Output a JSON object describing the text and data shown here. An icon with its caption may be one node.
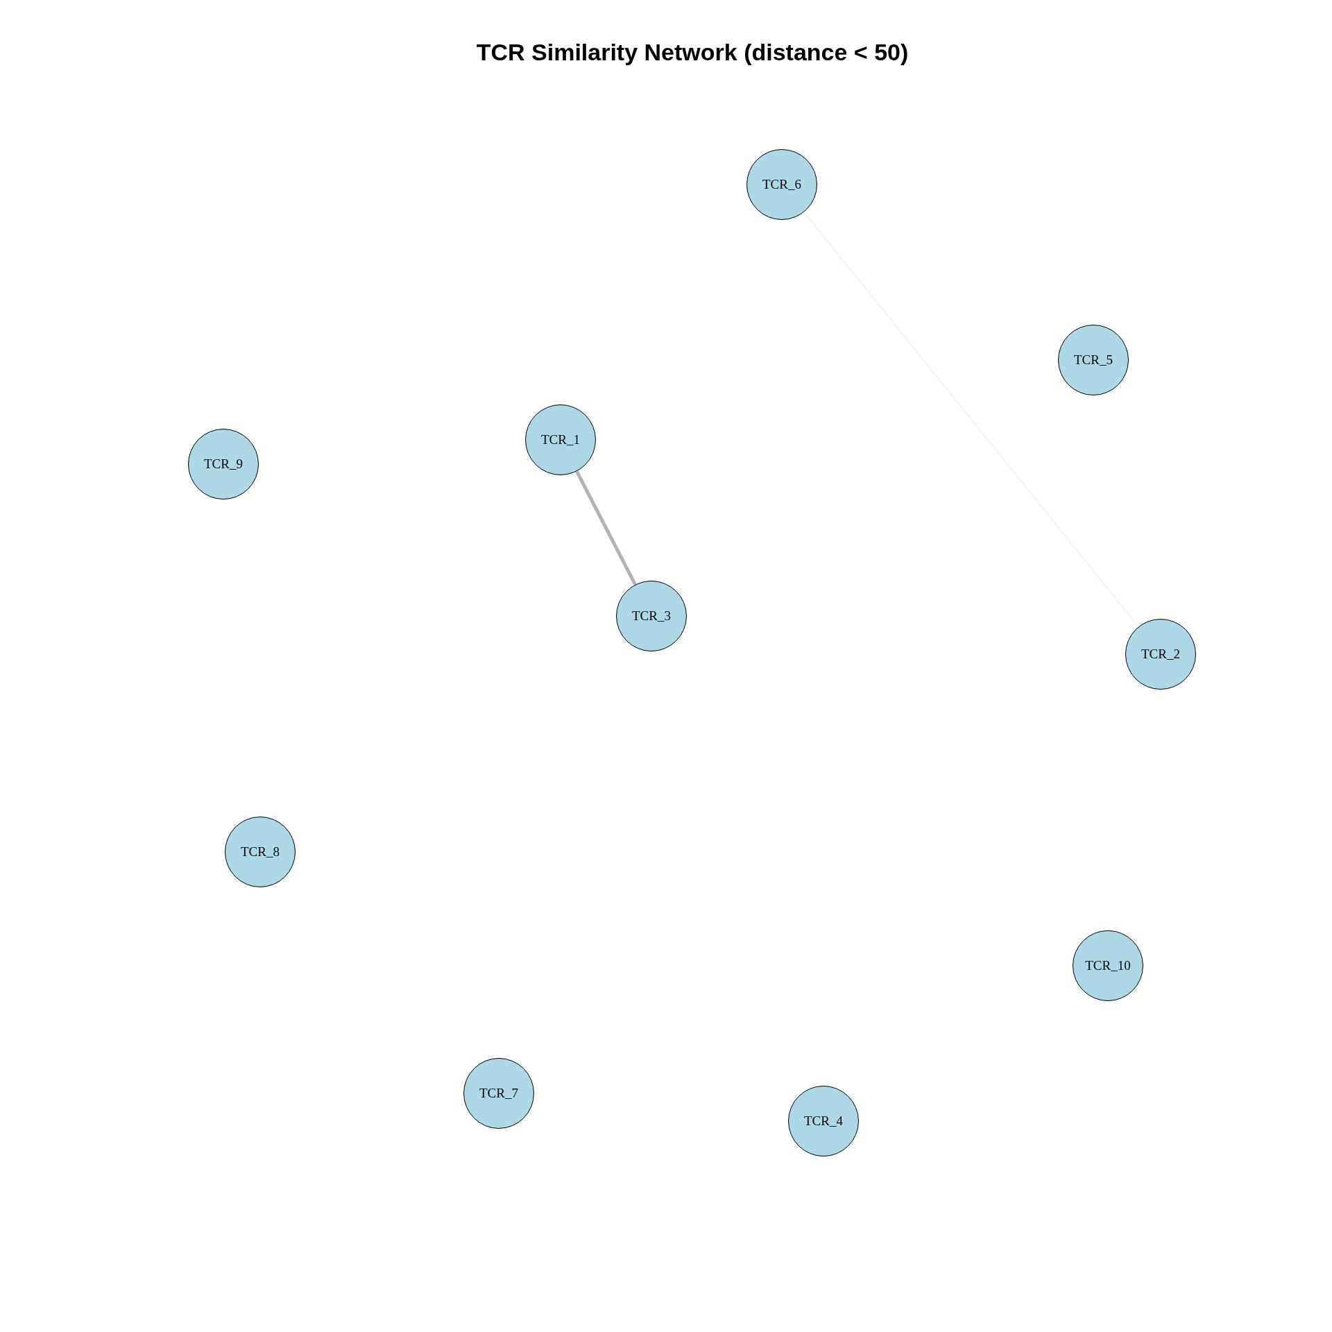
{
  "diagram": {
    "title": "TCR Similarity Network (distance < 50)",
    "nodes": [
      {
        "text": [
          "TCR_6"
        ]
      },
      {
        "text": [
          "TCR_5"
        ]
      },
      {
        "text": [
          "TCR_1"
        ]
      },
      {
        "text": [
          "TCR_9"
        ]
      },
      {
        "text": [
          "TCR_3"
        ]
      },
      {
        "text": [
          "TCR_2"
        ]
      },
      {
        "text": [
          "TCR_8"
        ]
      },
      {
        "text": [
          "TCR_10"
        ]
      },
      {
        "text": [
          "TCR_7"
        ]
      },
      {
        "text": [
          "TCR_4"
        ]
      }
    ],
    "edges": [
      {
        "from": 2,
        "to": 4,
        "arrow": "none",
        "style": "thick",
        "color": "#b3b3b3"
      },
      {
        "from": 0,
        "to": 5,
        "arrow": "none",
        "color": "#f2f2f2"
      }
    ]
  }
}
